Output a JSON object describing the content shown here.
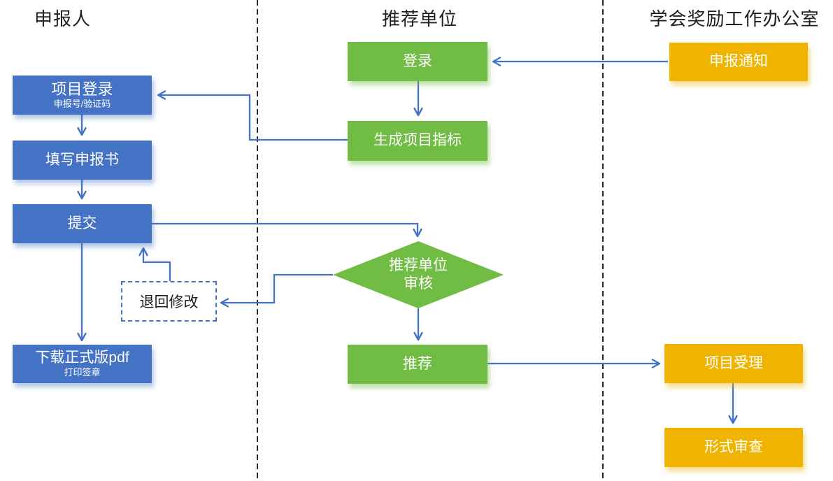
{
  "diagram": {
    "lanes": [
      {
        "title": "申报人"
      },
      {
        "title": "推荐单位"
      },
      {
        "title": "学会奖励工作办公室"
      }
    ],
    "nodes": {
      "project_login": {
        "title": "项目登录",
        "subtitle": "申报号/验证码"
      },
      "fill_form": {
        "title": "填写申报书"
      },
      "submit": {
        "title": "提交"
      },
      "download_pdf": {
        "title": "下载正式版pdf",
        "subtitle": "打印签章"
      },
      "return_modify": {
        "title": "退回修改"
      },
      "login": {
        "title": "登录"
      },
      "generate_quota": {
        "title": "生成项目指标"
      },
      "unit_review": {
        "line1": "推荐单位",
        "line2": "审核"
      },
      "recommend": {
        "title": "推荐"
      },
      "apply_notice": {
        "title": "申报通知"
      },
      "project_accept": {
        "title": "项目受理"
      },
      "format_review": {
        "title": "形式审查"
      }
    },
    "colors": {
      "applicant_box": "#4472C4",
      "unit_box": "#71BC45",
      "office_box": "#F0B400",
      "connector": "#4472C4",
      "return_box_border": "#4472C4",
      "lane_divider": "#111111",
      "lane_title_text": "#1F1F1F",
      "node_text": "#FFFFFF"
    }
  }
}
